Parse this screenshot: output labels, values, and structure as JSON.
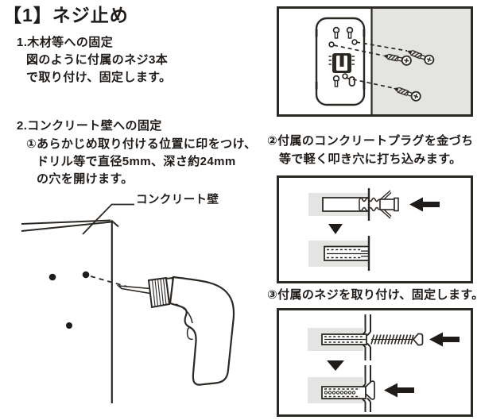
{
  "meta": {
    "background_color": "#ffffff",
    "ink_color": "#2c2824",
    "text_color": "#1f1b18",
    "wall_gray_fill": "#e4e4e2"
  },
  "header": {
    "title": "【1】ネジ止め"
  },
  "wood_section": {
    "heading": "1.木材等への固定",
    "body_line1": "図のように付属のネジ3本",
    "body_line2": "で取り付け、固定します。"
  },
  "concrete_section": {
    "heading": "2.コンクリート壁への固定",
    "step1": {
      "line1": "①あらかじめ取り付ける位置に印をつけ、",
      "line2": "ドリル等で直径5mm、深さ約24mm",
      "line3": "の穴を開けます。"
    },
    "step2": {
      "line1": "②付属のコンクリートプラグを金づち",
      "line2": "等で軽く叩き穴に打ち込みます。"
    },
    "step3": {
      "line1": "③付属のネジを取り付け、固定します。"
    }
  },
  "figures": {
    "drill_figure": {
      "wall_label": "コンクリート壁"
    }
  }
}
